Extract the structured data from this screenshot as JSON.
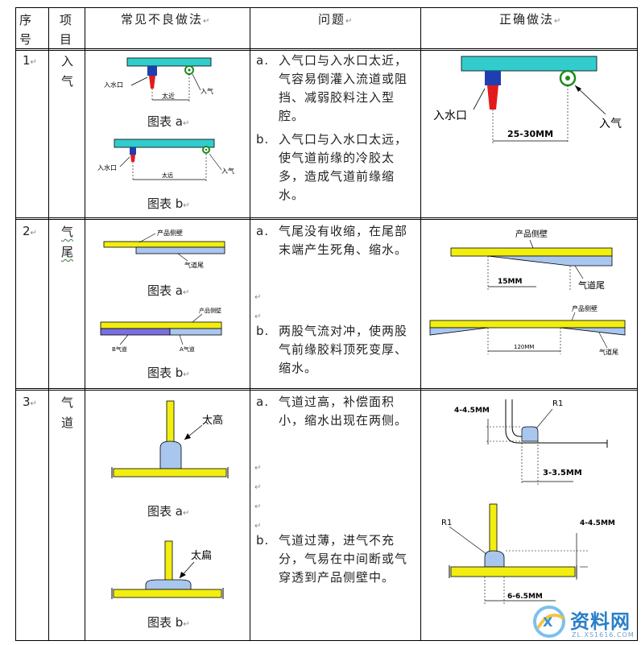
{
  "header": {
    "col1": "序号",
    "col2": "项目",
    "col3": "常见不良做法",
    "col4": "问题",
    "col5": "正确做法"
  },
  "rows": [
    {
      "no": "1",
      "item": "入气",
      "captions": [
        "图表 a",
        "图表 b"
      ],
      "problems": [
        {
          "label": "a.",
          "text": "入气口与入水口太近，气容易倒灌入流道或阻挡、减弱胶料注入型腔。"
        },
        {
          "label": "b.",
          "text": "入气口与入水口太远，使气道前缘的冷胶太多，造成气道前缘缩水。"
        }
      ],
      "fig": {
        "inlet_water": "入水口",
        "inlet_air": "入气",
        "too_close": "太近",
        "too_far": "太远",
        "correct_dim": "25-30MM"
      }
    },
    {
      "no": "2",
      "item": "气尾",
      "captions": [
        "图表 a",
        "图表 b"
      ],
      "problems": [
        {
          "label": "a.",
          "text": "气尾没有收缩，在尾部末端产生死角、缩水。"
        },
        {
          "label": "b.",
          "text": "两股气流对冲，使两股气前缘胶料顶死变厚、缩水。"
        }
      ],
      "fig": {
        "side_wall": "产品侧壁",
        "air_tail": "气道尾",
        "b_channel": "B气道",
        "a_channel": "A气道",
        "dim1": "15MM",
        "dim2": "120MM"
      }
    },
    {
      "no": "3",
      "item": "气道",
      "captions": [
        "图表 a",
        "图表 b"
      ],
      "problems": [
        {
          "label": "a.",
          "text": "气道过高，补偿面积小，缩水出现在两侧。"
        },
        {
          "label": "b.",
          "text": "气道过薄，进气不充分，气易在中间断或气穿透到产品侧壁中。"
        }
      ],
      "fig": {
        "too_high": "太高",
        "too_flat": "太扁",
        "r1": "R1",
        "dim_a": "4-4.5MM",
        "dim_b": "3-3.5MM",
        "dim_c": "4-4.5MM",
        "dim_d": "6-6.5MM"
      }
    }
  ],
  "watermark": {
    "text": "资料网",
    "sub": "ZL.XS1616.COM"
  },
  "colors": {
    "cyan_bar": "#33CCCC",
    "blue_block": "#1f3fb0",
    "red_nozzle": "#e21c1c",
    "yellow": "#f2ee10",
    "light_blue": "#a9c6ee",
    "purple": "#7b6ee0",
    "green_ring": "#1e8a1e"
  }
}
